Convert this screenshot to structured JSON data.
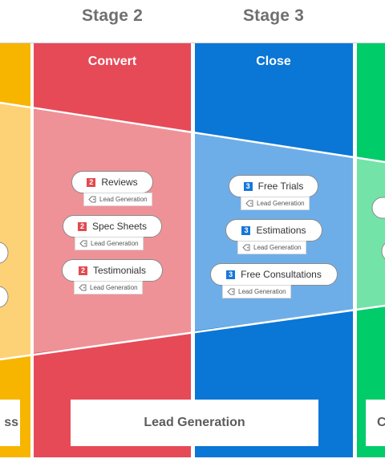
{
  "stages": {
    "stage2": "Stage 2",
    "stage3": "Stage 3"
  },
  "columns": {
    "convert": "Convert",
    "close": "Close"
  },
  "cards": {
    "convert": [
      {
        "num": "2",
        "label": "Reviews",
        "tag": "Lead Generation"
      },
      {
        "num": "2",
        "label": "Spec Sheets",
        "tag": "Lead Generation"
      },
      {
        "num": "2",
        "label": "Testimonials",
        "tag": "Lead Generation"
      }
    ],
    "close": [
      {
        "num": "3",
        "label": "Free Trials",
        "tag": "Lead Generation"
      },
      {
        "num": "3",
        "label": "Estimations",
        "tag": "Lead Generation"
      },
      {
        "num": "3",
        "label": "Free Consultations",
        "tag": "Lead Generation"
      }
    ]
  },
  "bottom": {
    "left_partial": "ss",
    "center": "Lead Generation",
    "right_partial": "C"
  },
  "colors": {
    "stage1": "#f7b500",
    "convert": "#e64a57",
    "close": "#0a76d6",
    "stage4": "#00cc6a"
  }
}
